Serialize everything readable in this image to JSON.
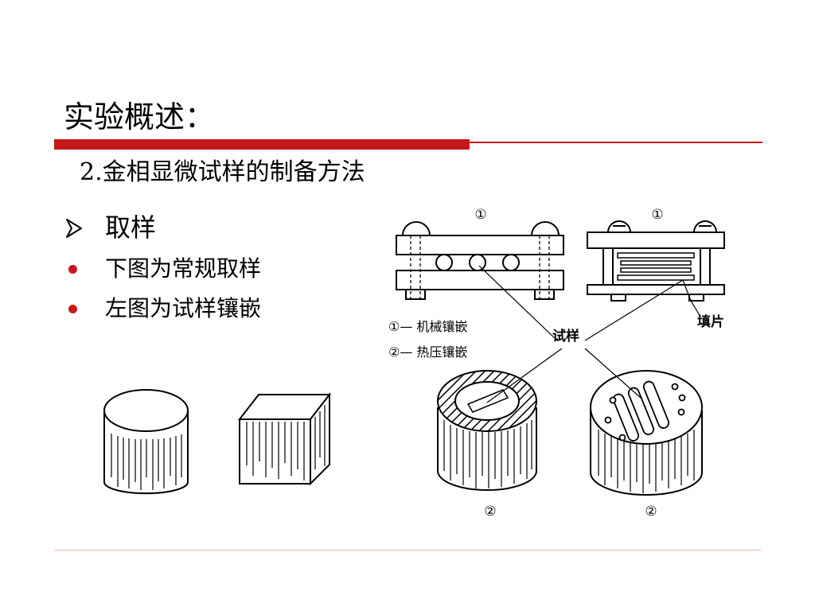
{
  "slide": {
    "title": "实验概述：",
    "subtitle": "2.金相显微试样的制备方法"
  },
  "bullets": {
    "main": "取样",
    "items": [
      "下图为常规取样",
      "左图为试样镶嵌"
    ]
  },
  "figure": {
    "marker_one": "①",
    "marker_two": "②",
    "legend_1": "①— 机械镶嵌",
    "legend_2": "②— 热压镶嵌",
    "label_specimen": "试样",
    "label_filler": "填片"
  },
  "colors": {
    "accent_red": "#c8171b",
    "footer_line": "#e3b9a8"
  }
}
